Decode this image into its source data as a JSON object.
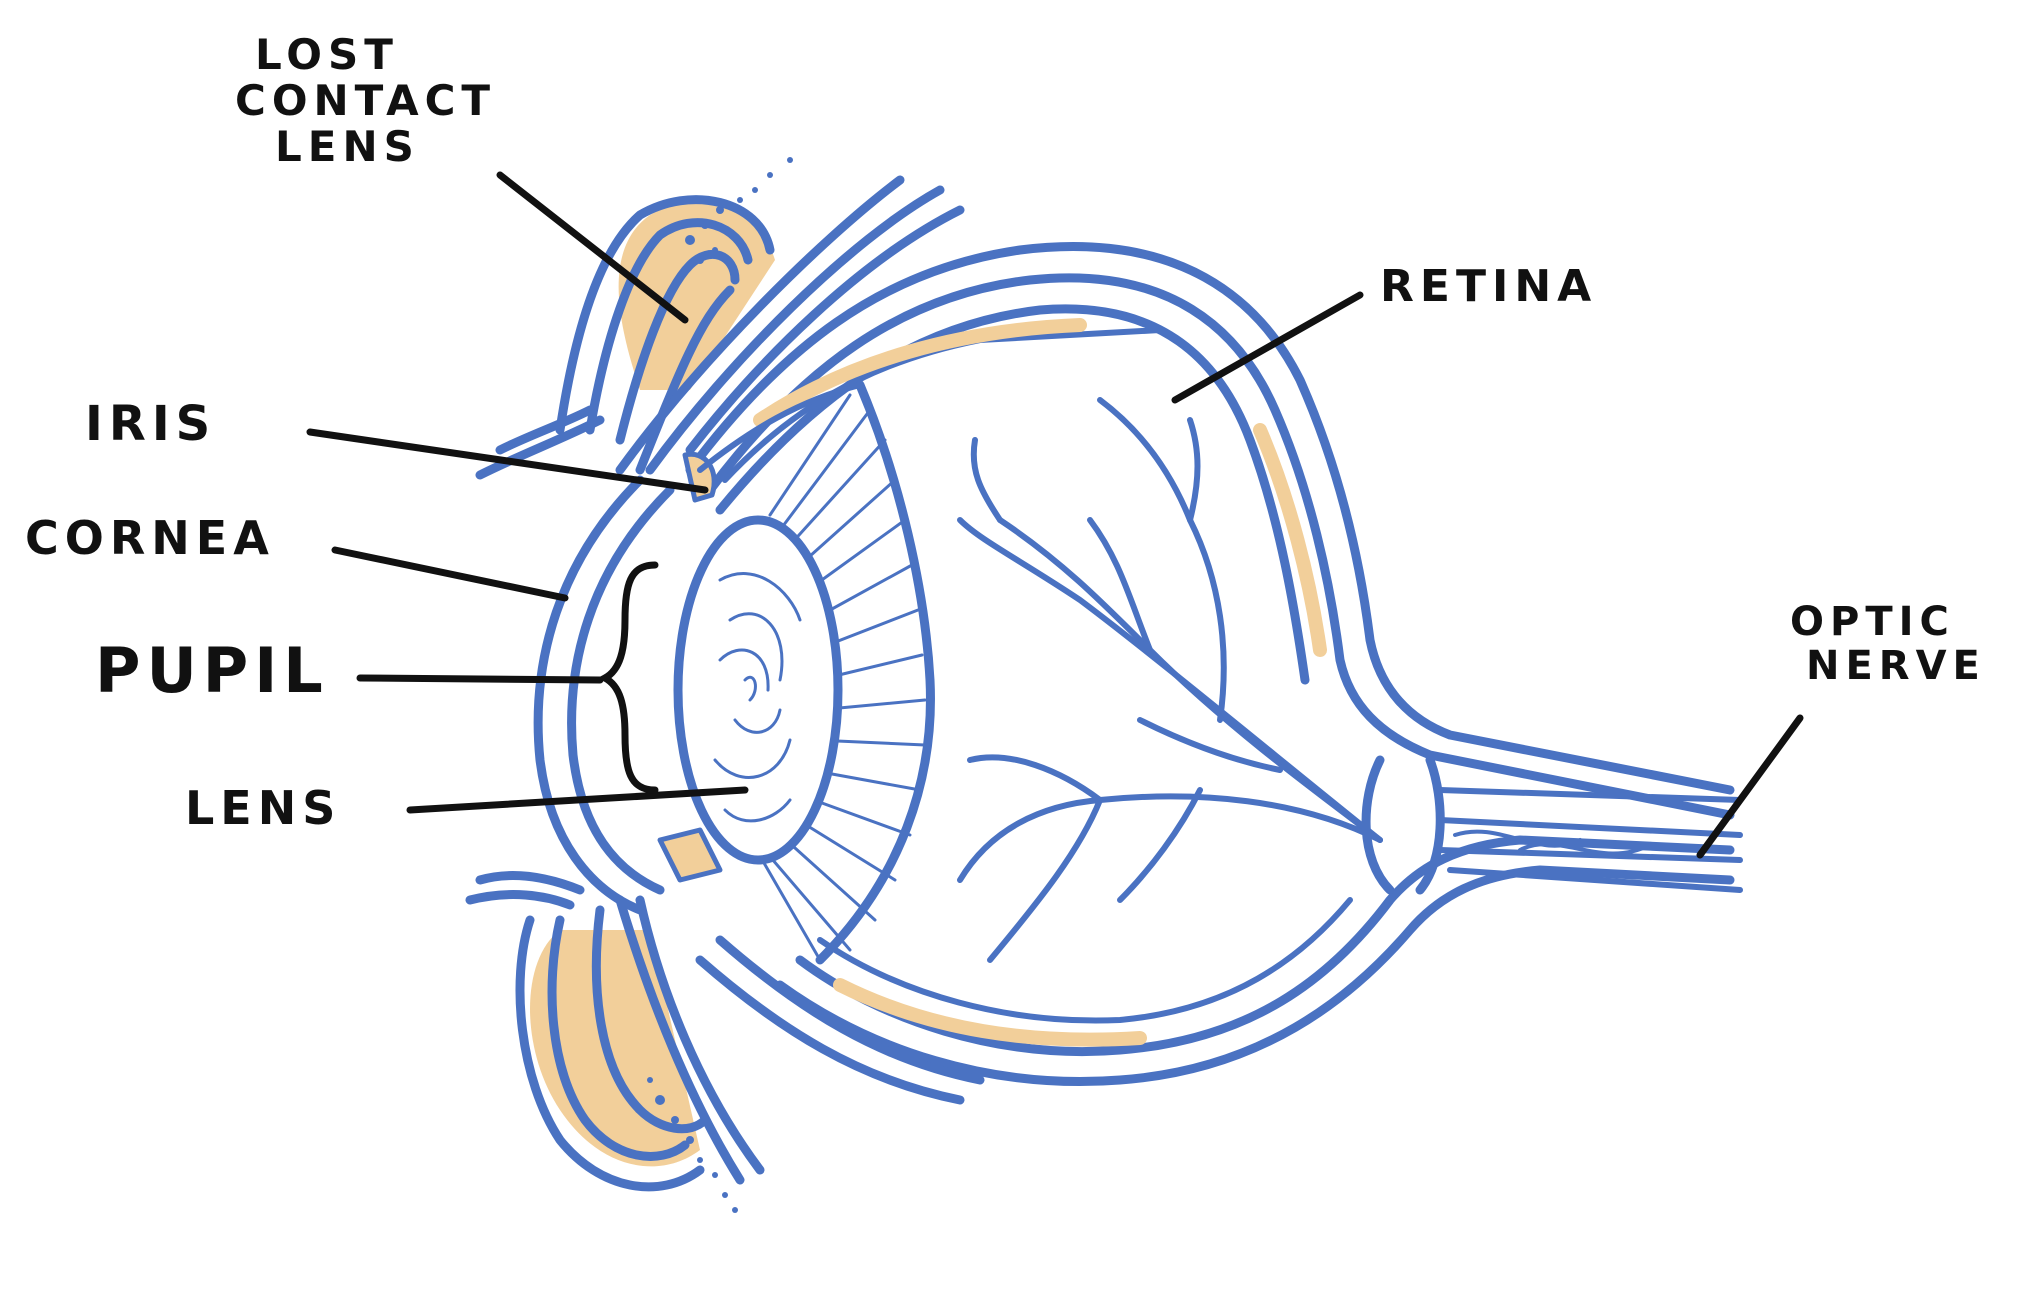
{
  "labels": {
    "lost_contact_lens": [
      "LOST",
      "CONTACT",
      "LENS"
    ],
    "retina": "RETINA",
    "iris": "IRIS",
    "cornea": "CORNEA",
    "pupil": "PUPIL",
    "lens": "LENS",
    "optic_nerve": [
      "OPTIC",
      "NERVE"
    ]
  },
  "colors": {
    "outline": "#4a72c2",
    "tissue": "#f2cf9a",
    "leader": "#111111",
    "background": "#ffffff"
  }
}
